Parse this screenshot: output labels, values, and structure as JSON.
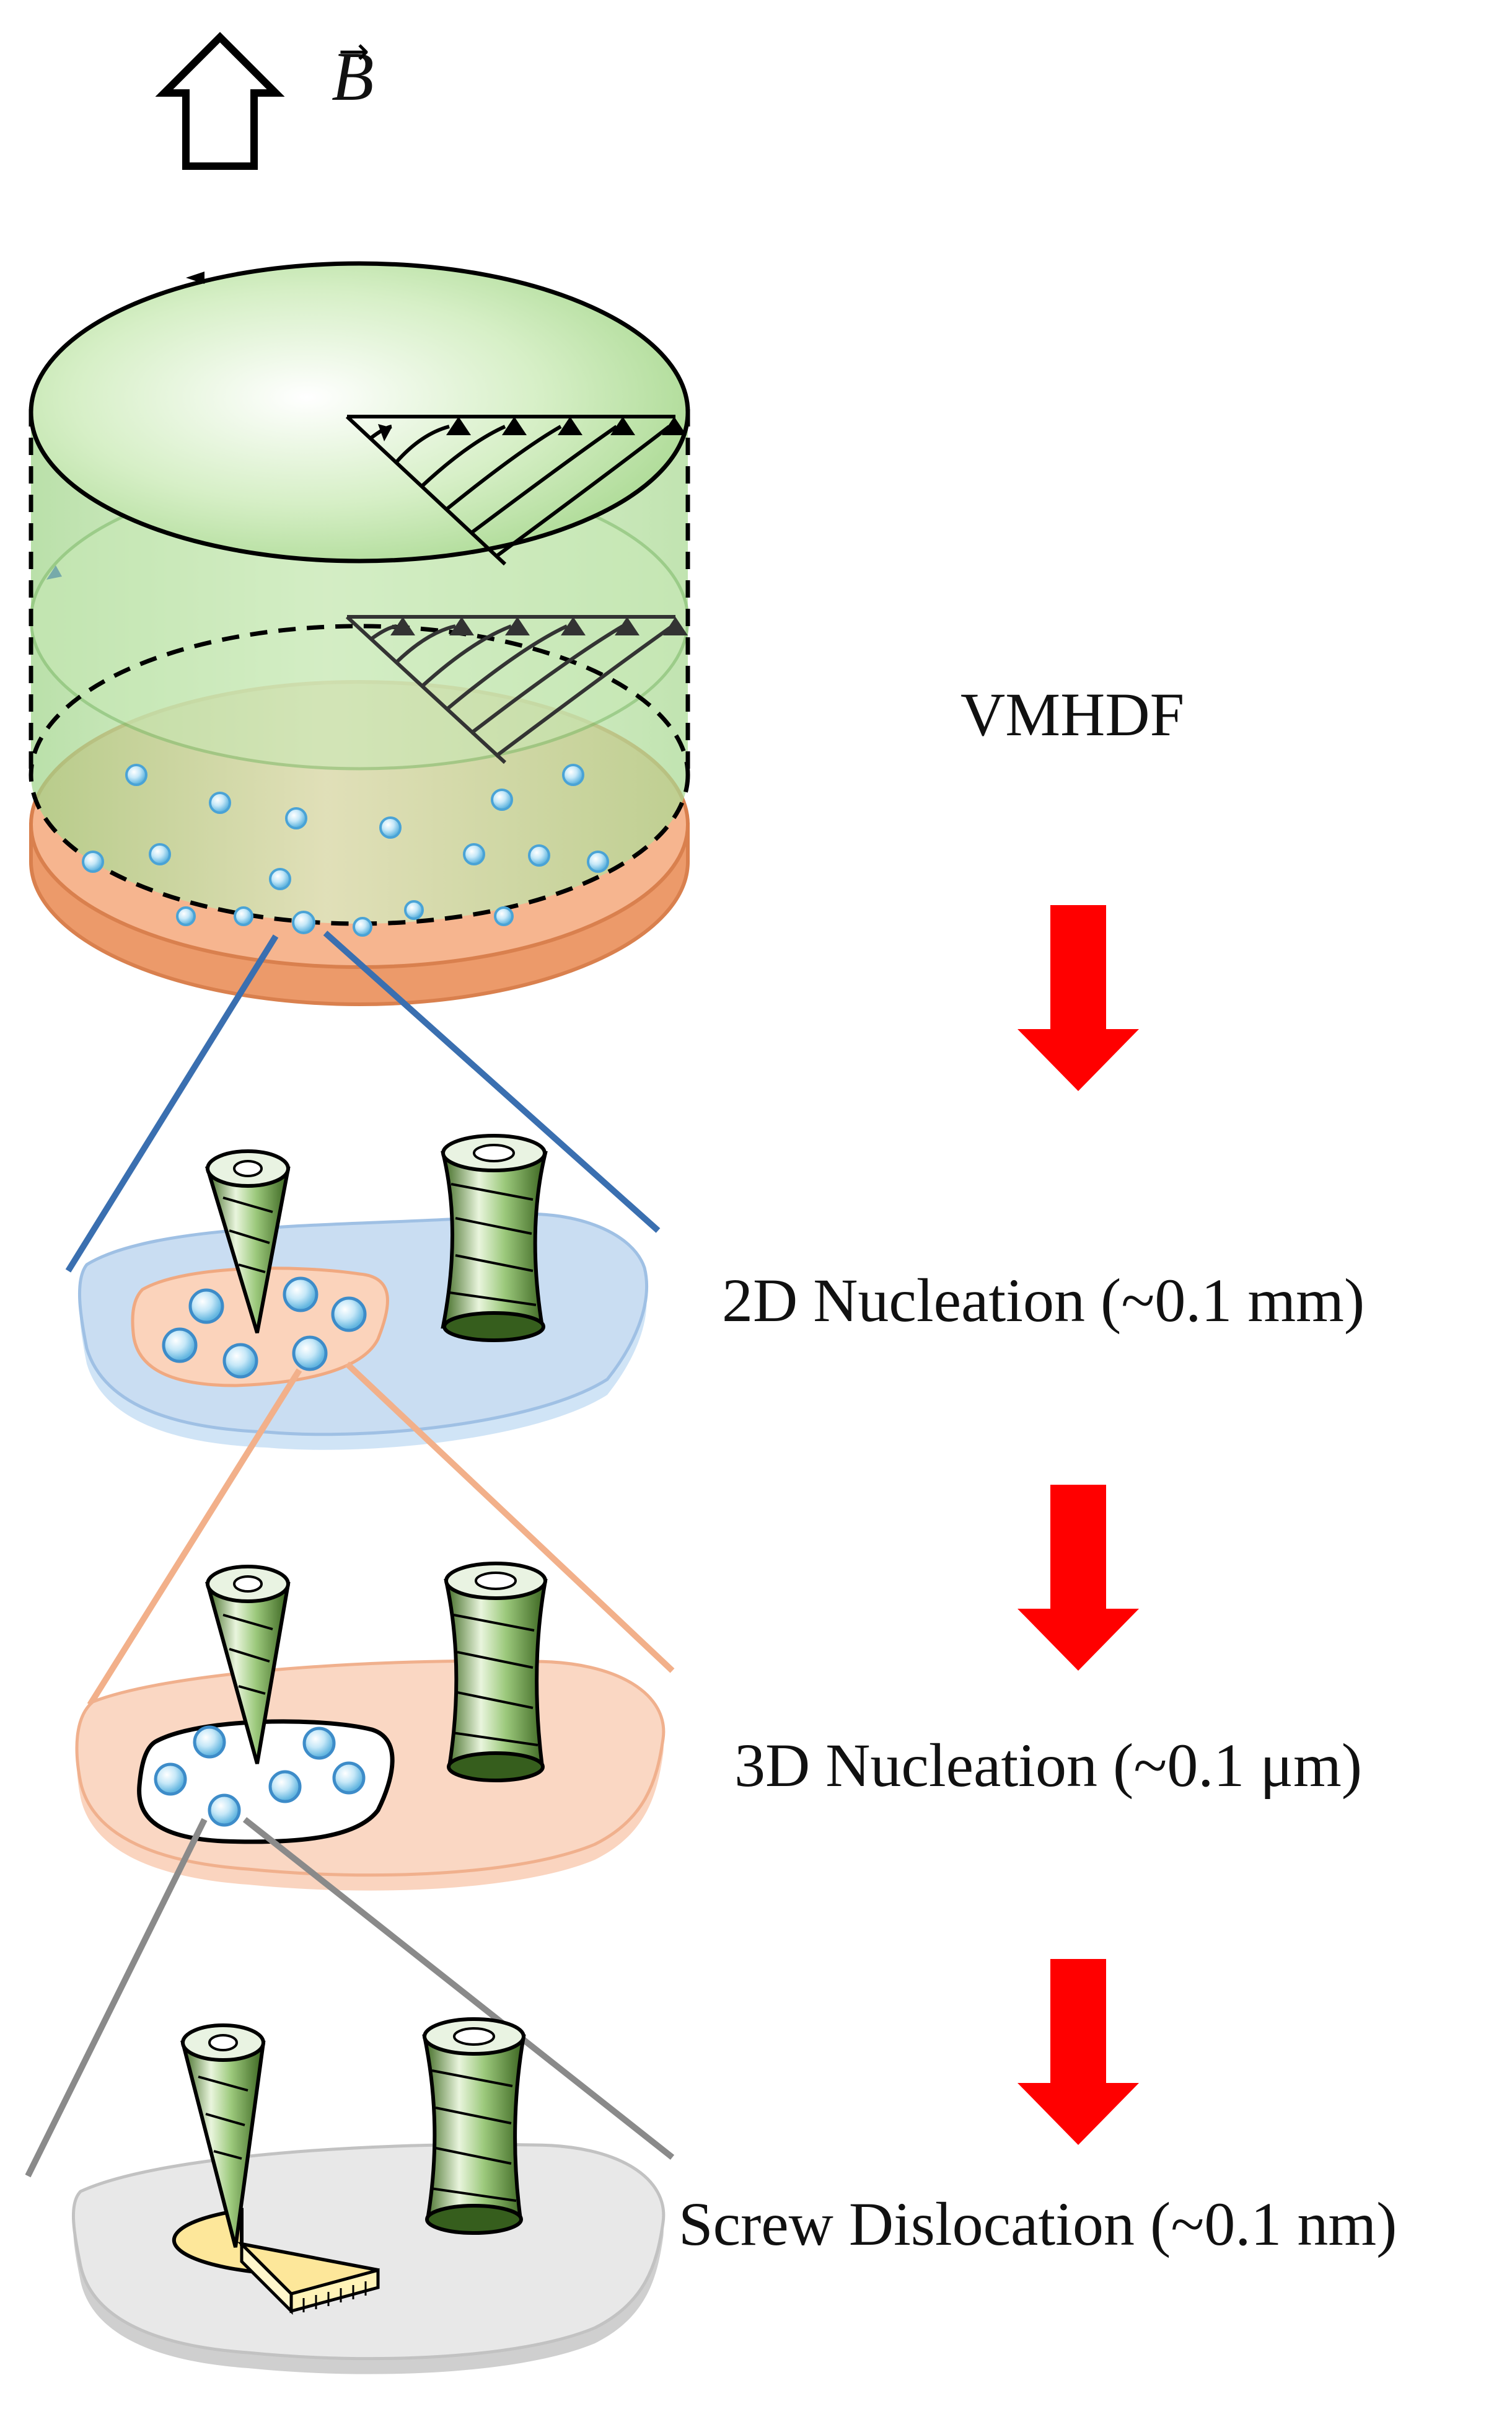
{
  "labels": {
    "field": "B",
    "field_vector": "→",
    "stage_1": "VMHDF",
    "stage_2": "2D Nucleation (~0.1 mm)",
    "stage_3": "3D Nucleation (~0.1 μm)",
    "stage_4": "Screw Dislocation (~0.1 nm)"
  },
  "colors": {
    "flow_cylinder": "#bfe6a8",
    "substrate": "#f4a87c",
    "nucleation_2d_base": "#c9ddf2",
    "nucleation_3d_base": "#fad7c3",
    "dislocation_base": "#e2e2e2",
    "bubbles": "#a8d8f0",
    "progress_arrows": "#ff0000",
    "zoom_line_1": "#3a6fb0",
    "zoom_line_2": "#f2b08a",
    "zoom_line_3": "#8a8a8a",
    "vortex": "#4f7d2e",
    "crystal_disk": "#fde79a"
  }
}
